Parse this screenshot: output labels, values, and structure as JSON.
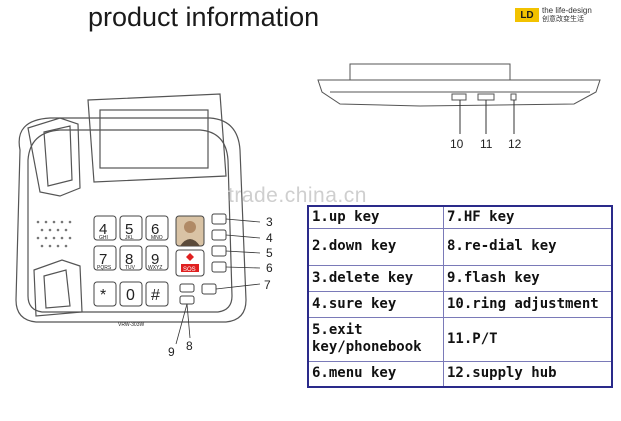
{
  "header": {
    "title": "product information",
    "brand_logo": "LD",
    "brand_en": "the life-design",
    "brand_cn": "创意改变生活"
  },
  "watermark": "trade.china.cn",
  "phone": {
    "model_label": "VRW-303W",
    "keypad": [
      {
        "digit": "4",
        "letters": "GHI"
      },
      {
        "digit": "5",
        "letters": "JKL"
      },
      {
        "digit": "6",
        "letters": "MNO"
      },
      {
        "digit": "7",
        "letters": "PQRS"
      },
      {
        "digit": "8",
        "letters": "TUV"
      },
      {
        "digit": "9",
        "letters": "WXYZ"
      },
      {
        "digit": "*",
        "letters": ""
      },
      {
        "digit": "0",
        "letters": ""
      },
      {
        "digit": "#",
        "letters": ""
      }
    ],
    "sos_label": "SOS",
    "side_callouts": [
      "3",
      "4",
      "5",
      "6",
      "7"
    ],
    "bottom_callouts": [
      "9",
      "8"
    ],
    "top_callouts": [
      "10",
      "11",
      "12"
    ]
  },
  "spec_table": {
    "rows": [
      [
        "1.up key",
        "7.HF key"
      ],
      [
        "2.down key",
        "8.re-dial key"
      ],
      [
        "3.delete key",
        "9.flash key"
      ],
      [
        "4.sure key",
        "10.ring adjustment"
      ],
      [
        "5.exit\nkey/phonebook",
        "11.P/T"
      ],
      [
        "6.menu key",
        "12.supply hub"
      ]
    ]
  },
  "colors": {
    "table_border": "#2a2a8a",
    "brand_yellow": "#f2c200",
    "sos_red": "#e02020"
  }
}
